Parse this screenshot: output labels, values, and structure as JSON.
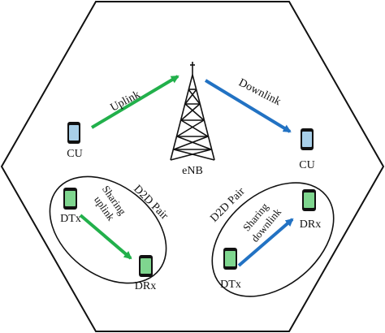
{
  "diagram": {
    "colors": {
      "uplink": "#22b04b",
      "downlink": "#2272c3",
      "cu_phone_fill": "#a8cfe8",
      "d2d_phone_fill": "#7fd68f",
      "outline": "#111111",
      "background": "#ffffff"
    },
    "base_station": {
      "label": "eNB",
      "icon": "cell-tower-icon"
    },
    "cellular_users": [
      {
        "label": "CU",
        "icon": "smartphone-icon"
      },
      {
        "label": "CU",
        "icon": "smartphone-icon"
      }
    ],
    "links": {
      "uplink": {
        "label": "Uplink"
      },
      "downlink": {
        "label": "Downlink"
      }
    },
    "d2d_pairs": [
      {
        "pair_label": "D2D Pair",
        "tx_label": "DTx",
        "rx_label": "DRx",
        "link_label_line1": "Sharing",
        "link_label_line2": "uplink"
      },
      {
        "pair_label": "D2D Pair",
        "tx_label": "DTx",
        "rx_label": "DRx",
        "link_label_line1": "Sharing",
        "link_label_line2": "downlink"
      }
    ]
  }
}
